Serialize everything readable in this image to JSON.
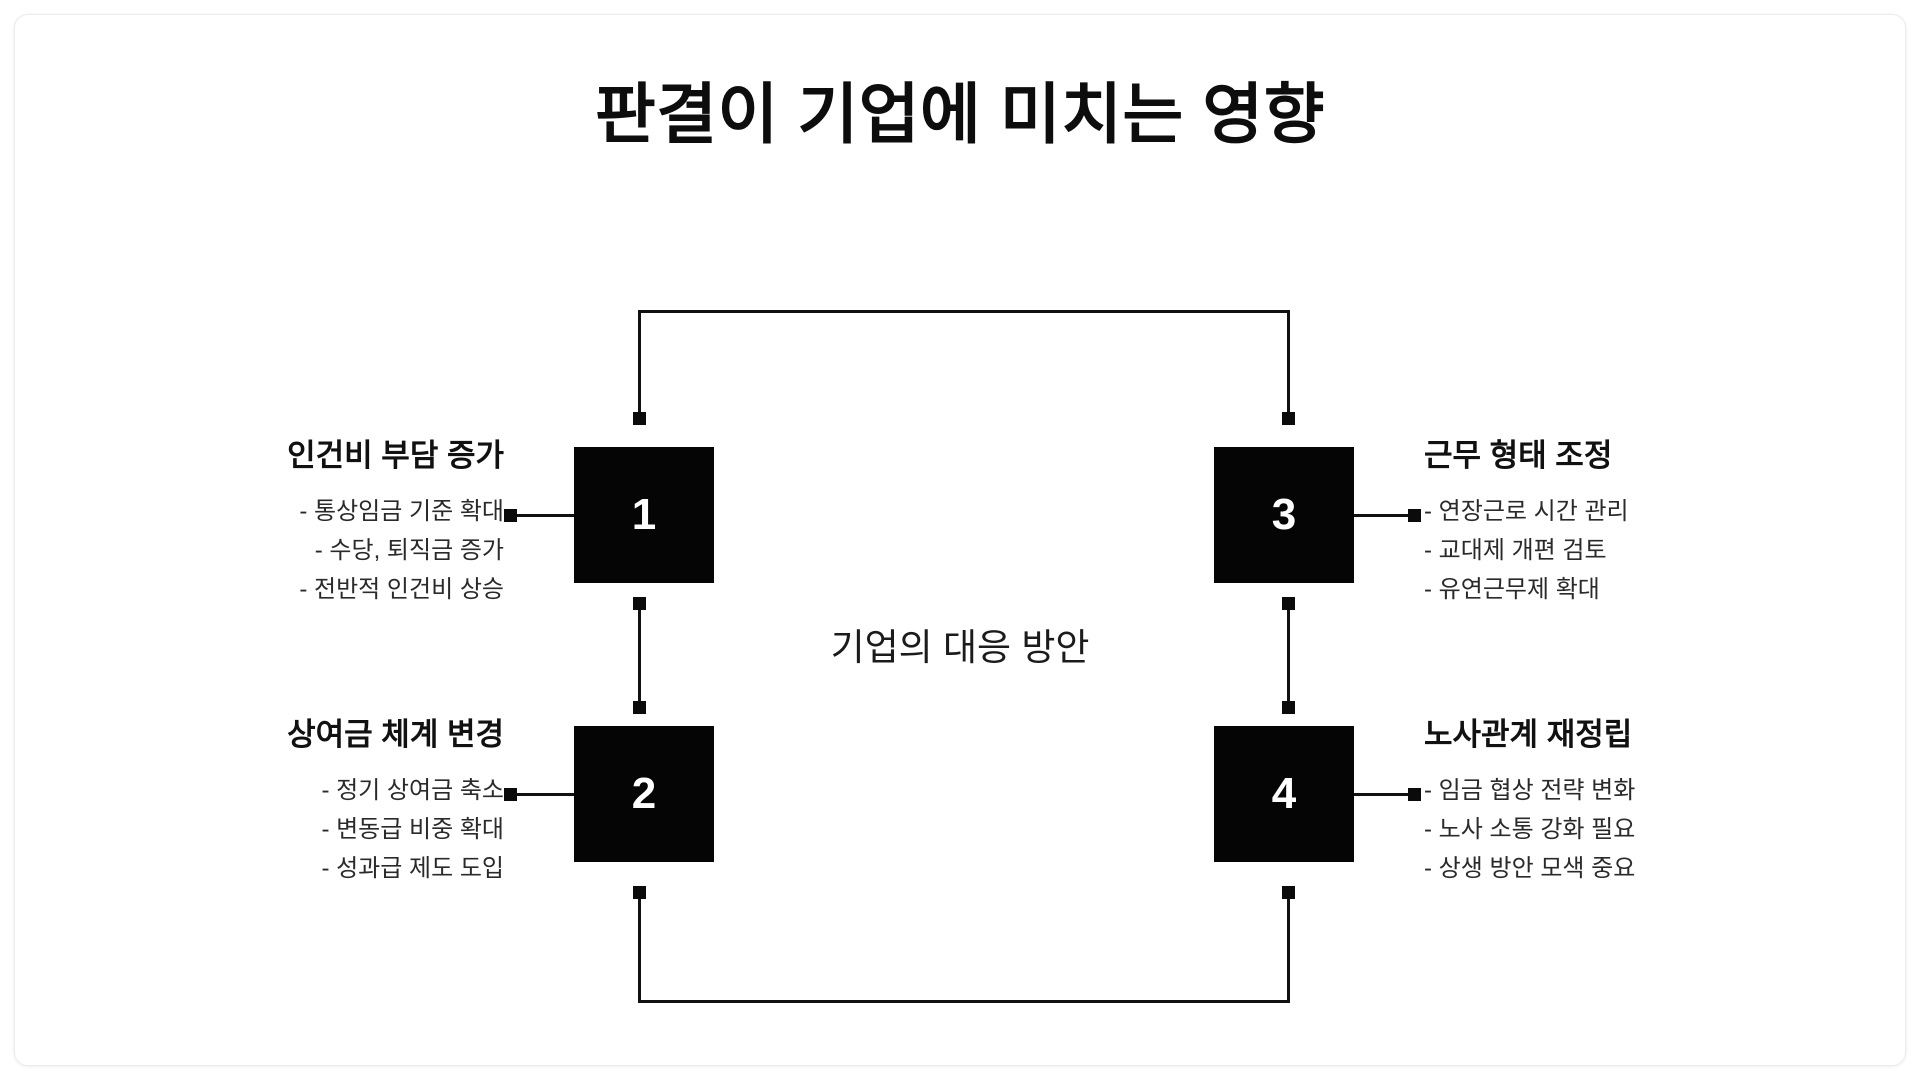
{
  "slide": {
    "title": "판결이 기업에 미치는 영향",
    "center_caption": "기업의 대응 방안",
    "background_color": "#ffffff",
    "node_color": "#050505",
    "node_text_color": "#ffffff",
    "connector_color": "#111111"
  },
  "nodes": [
    {
      "number": "1",
      "side": "left",
      "heading": "인건비 부담 증가",
      "bullets": [
        "- 통상임금 기준 확대",
        "- 수당, 퇴직금 증가",
        "- 전반적 인건비 상승"
      ]
    },
    {
      "number": "2",
      "side": "left",
      "heading": "상여금 체계 변경",
      "bullets": [
        "- 정기 상여금 축소",
        "- 변동급 비중 확대",
        "- 성과급 제도 도입"
      ]
    },
    {
      "number": "3",
      "side": "right",
      "heading": "근무 형태 조정",
      "bullets": [
        "- 연장근로 시간 관리",
        "- 교대제 개편 검토",
        "- 유연근무제 확대"
      ]
    },
    {
      "number": "4",
      "side": "right",
      "heading": "노사관계 재정립",
      "bullets": [
        "- 임금 협상 전략 변화",
        "- 노사 소통 강화 필요",
        "- 상생 방안 모색 중요"
      ]
    }
  ]
}
